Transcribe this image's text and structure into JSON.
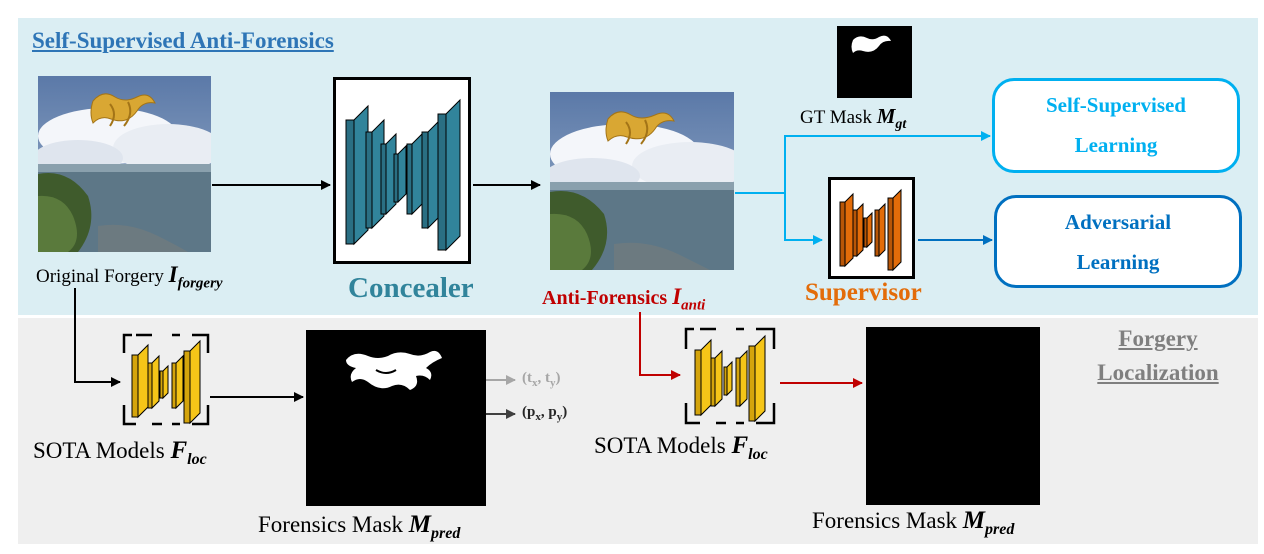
{
  "sections": {
    "top_title": "Self-Supervised Anti-Forensics",
    "bottom_title_line1": "Forgery",
    "bottom_title_line2": "Localization"
  },
  "labels": {
    "original_forgery": "Original Forgery",
    "original_forgery_symbol": "I",
    "original_forgery_sub": "forgery",
    "concealer": "Concealer",
    "anti_forensics": "Anti-Forensics",
    "anti_symbol": "I",
    "anti_sub": "anti",
    "gt_mask": "GT Mask",
    "gt_symbol": "M",
    "gt_sub": "gt",
    "supervisor": "Supervisor",
    "sota_models": "SOTA Models",
    "sota_symbol": "F",
    "sota_sub": "loc",
    "forensics_mask": "Forensics Mask",
    "mask_symbol": "M",
    "mask_sub": "pred"
  },
  "boxes": {
    "self_supervised_line1": "Self-Supervised",
    "self_supervised_line2": "Learning",
    "adversarial_line1": "Adversarial",
    "adversarial_line2": "Learning"
  },
  "coords": {
    "t_open": "(t",
    "t_sub_x": "x",
    "t_mid": ", t",
    "t_sub_y": "y",
    "t_close": ")",
    "p_open": "(p",
    "p_sub_x": "x",
    "p_mid": ", p",
    "p_sub_y": "y",
    "p_close": ")"
  },
  "colors": {
    "top_bg": "#dbeef3",
    "bottom_bg": "#efefef",
    "concealer": "#31849b",
    "supervisor": "#e36c09",
    "sota": "#f5c518",
    "anti_label": "#c00000",
    "title_blue": "#2e75b6",
    "light_blue": "#00b0f0",
    "mid_blue": "#0070c0",
    "gray_title": "#7f7f7f"
  }
}
